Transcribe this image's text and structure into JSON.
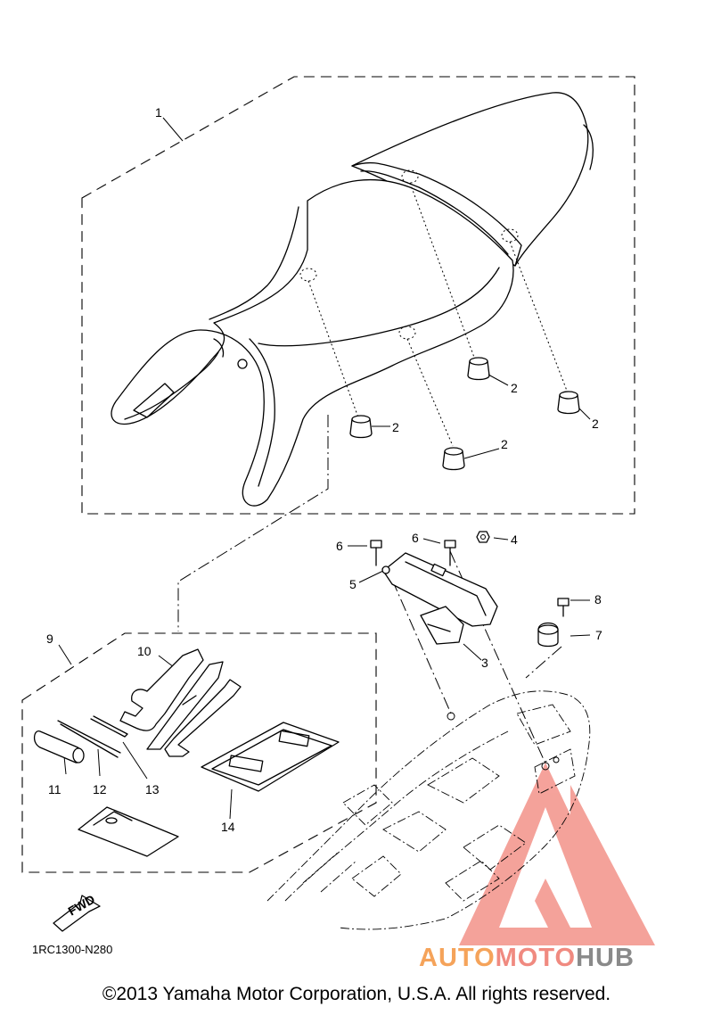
{
  "diagram": {
    "callouts": [
      {
        "id": "1",
        "label": "1"
      },
      {
        "id": "2a",
        "label": "2"
      },
      {
        "id": "2b",
        "label": "2"
      },
      {
        "id": "2c",
        "label": "2"
      },
      {
        "id": "2d",
        "label": "2"
      },
      {
        "id": "3",
        "label": "3"
      },
      {
        "id": "4",
        "label": "4"
      },
      {
        "id": "5",
        "label": "5"
      },
      {
        "id": "6a",
        "label": "6"
      },
      {
        "id": "6b",
        "label": "6"
      },
      {
        "id": "7",
        "label": "7"
      },
      {
        "id": "8",
        "label": "8"
      },
      {
        "id": "9",
        "label": "9"
      },
      {
        "id": "10",
        "label": "10"
      },
      {
        "id": "11",
        "label": "11"
      },
      {
        "id": "12",
        "label": "12"
      },
      {
        "id": "13",
        "label": "13"
      },
      {
        "id": "14",
        "label": "14"
      }
    ],
    "fwd_label": "FWD",
    "reference_code": "1RC1300-N280"
  },
  "footer": {
    "copyright": "©2013 Yamaha Motor Corporation, U.S.A. All rights reserved."
  },
  "watermark": {
    "part1": "AUTO",
    "part2": "MOTO",
    "part3": "HUB",
    "colors": {
      "auto": "#f5a35a",
      "moto": "#f08a80",
      "hub": "#8a8a8a",
      "logo": "#f28b82"
    }
  }
}
